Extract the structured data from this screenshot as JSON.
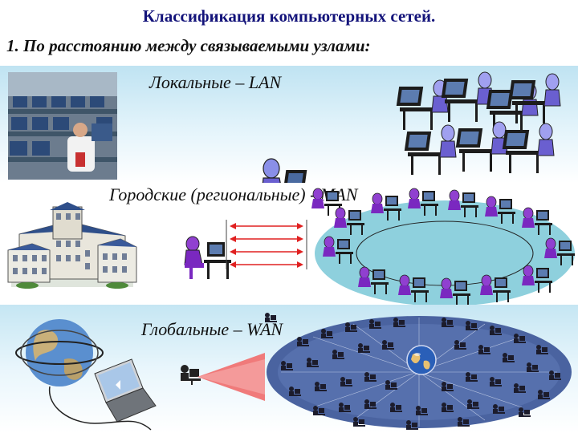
{
  "title": "Классификация компьютерных сетей.",
  "subtitle": "1. По расстоянию между связываемыми узлами:",
  "sections": [
    {
      "key": "lan",
      "label": "Локальные – LAN"
    },
    {
      "key": "man",
      "label": "Городские (региональные) - MAN"
    },
    {
      "key": "wan",
      "label": "Глобальные – WAN"
    }
  ],
  "colors": {
    "title": "#13137a",
    "lan_band": "#c6e6f4",
    "wan_band": "#c5e6f3",
    "arrow_red": "#e02020",
    "man_disc": "#8ed0dd",
    "wan_disc": "#4a63a0",
    "user_blue": "#6a5fd0",
    "user_purple": "#7a28c0"
  },
  "icons": [
    "office-photo",
    "lan-user-figure",
    "lan-group-figures",
    "city-building-illustration",
    "man-user-figure",
    "man-network-disc",
    "globe-laptop-illustration",
    "wan-user-icon",
    "wan-network-disc",
    "globe-icon"
  ]
}
